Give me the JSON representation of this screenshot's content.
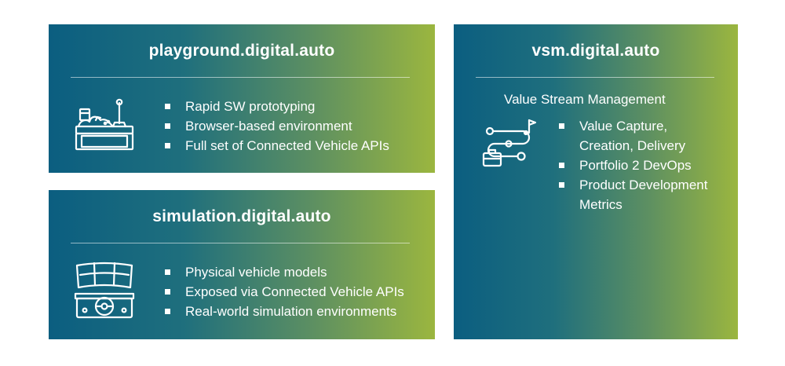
{
  "cards": {
    "playground": {
      "title": "playground.digital.auto",
      "icon": "workbench-icon",
      "bullets": [
        "Rapid SW prototyping",
        "Browser-based environment",
        "Full set of Connected Vehicle APIs"
      ]
    },
    "simulation": {
      "title": "simulation.digital.auto",
      "icon": "driving-simulator-icon",
      "bullets": [
        "Physical vehicle models",
        "Exposed via Connected Vehicle APIs",
        "Real-world simulation environments"
      ]
    },
    "vsm": {
      "title": "vsm.digital.auto",
      "subtitle": "Value Stream Management",
      "icon": "roadmap-path-icon",
      "bullets": [
        "Value Capture,",
        "Creation, Delivery",
        "Portfolio 2 DevOps",
        "Product Development",
        "Metrics"
      ]
    }
  },
  "colors": {
    "gradient_start": "#0b5e80",
    "gradient_end": "#9bb63f",
    "text": "#ffffff",
    "background": "#ffffff"
  }
}
